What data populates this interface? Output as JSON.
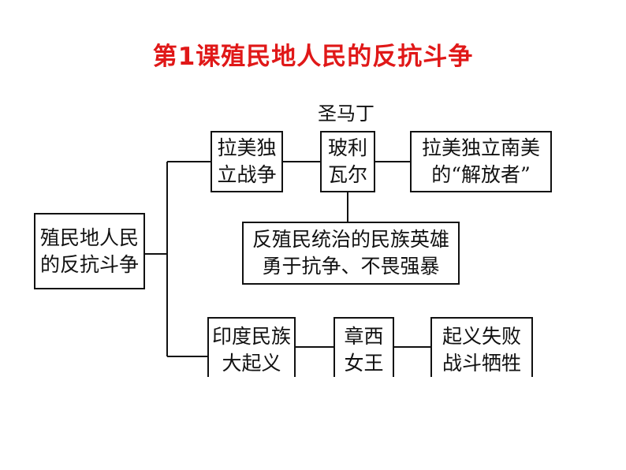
{
  "title": "第1课殖民地人民的反抗斗争",
  "diagram": {
    "root": {
      "line1": "殖民地人民",
      "line2": "的反抗斗争"
    },
    "upper": {
      "topic": {
        "line1": "拉美独",
        "line2": "立战争"
      },
      "person_above_label": "圣马丁",
      "person": {
        "line1": "玻利",
        "line2": "瓦尔"
      },
      "title_box": {
        "line1": "拉美独立南美",
        "line2": "的“解放者”"
      },
      "evaluation": {
        "line1": "反殖民统治的民族英雄",
        "line2": "勇于抗争、不畏强暴"
      }
    },
    "lower": {
      "topic": {
        "line1": "印度民族",
        "line2": "大起义"
      },
      "person": {
        "line1": "章西",
        "line2": "女王"
      },
      "outcome": {
        "line1": "起义失败",
        "line2": "战斗牺牲"
      }
    }
  }
}
